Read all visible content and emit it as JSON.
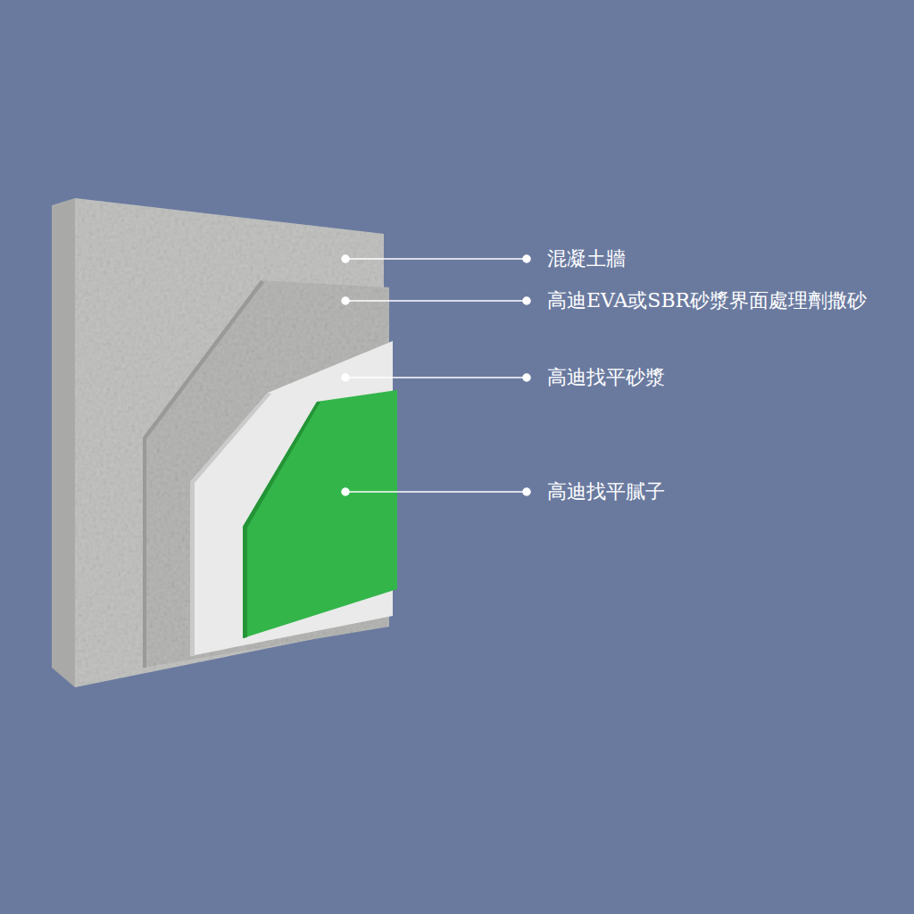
{
  "diagram": {
    "labels": [
      "混凝土牆",
      "高迪EVA或SBR砂漿界面處理劑撒砂",
      "高迪找平砂漿",
      "高迪找平膩子"
    ]
  }
}
